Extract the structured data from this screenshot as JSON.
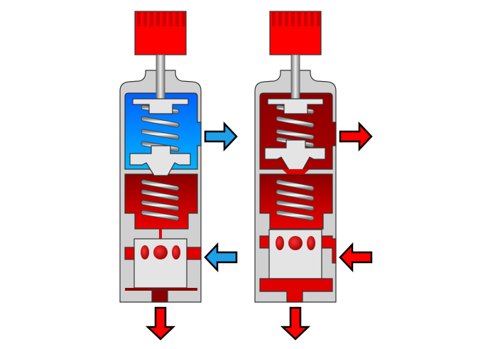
{
  "diagram": {
    "valves": [
      {
        "state": "closed",
        "upper_chamber": "low-pressure",
        "arrow_color": "#1ea0e8"
      },
      {
        "state": "open",
        "upper_chamber": "high-pressure",
        "arrow_color": "#ff0000"
      }
    ],
    "colors": {
      "knob": "#ff0000",
      "knob_stripe": "#cc0000",
      "body": "#d0d0d0",
      "part": "#e4e4e4",
      "outline": "#333333",
      "high_pressure": "#e00000",
      "high_pressure_dark": "#8b0000",
      "low_pressure_top": "#0060ff",
      "low_pressure_bottom": "#00b0ff",
      "flow_red": "#ff0000",
      "flow_blue": "#1ea0e8"
    }
  }
}
